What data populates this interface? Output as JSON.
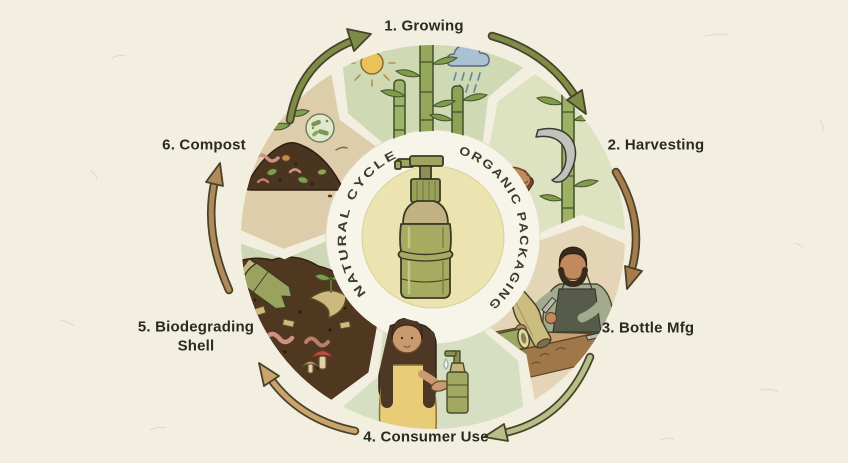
{
  "page": {
    "background_color": "#f2eee0"
  },
  "diagram": {
    "type": "cycle",
    "center": {
      "left_arc_label": "NATURAL CYCLE",
      "right_arc_label": "ORGANIC PACKAGING",
      "center_icon": "bamboo-pump-bottle-icon",
      "ring_color": "#f7f4e9",
      "inner_circle_color": "#ebe3b0"
    },
    "stages": [
      {
        "num": "1",
        "label": "1. Growing",
        "icon": "bamboo-sun-rain-icon",
        "wedge_color": "#cfdab4"
      },
      {
        "num": "2",
        "label": "2. Harvesting",
        "icon": "hand-sickle-bamboo-icon",
        "wedge_color": "#dde3c1"
      },
      {
        "num": "3",
        "label": "3. Bottle Mfg",
        "icon": "craftsman-carving-bottle-icon",
        "wedge_color": "#e3d5b5"
      },
      {
        "num": "4",
        "label": "4. Consumer Use",
        "icon": "woman-using-pump-bottle-icon",
        "wedge_color": "#d7dfc2"
      },
      {
        "num": "5",
        "label": "5. Biodegrading Shell",
        "icon": "broken-bottle-in-soil-icon",
        "wedge_color": "#cdd6b5"
      },
      {
        "num": "6",
        "label": "6. Compost",
        "icon": "compost-pile-icon",
        "wedge_color": "#decdaa"
      }
    ],
    "arrows": [
      {
        "name": "arrow-compost-to-growing",
        "color": "#7d8c46"
      },
      {
        "name": "arrow-growing-to-harvesting",
        "color": "#7d8c46"
      },
      {
        "name": "arrow-harvesting-to-bottlemfg",
        "color": "#a67c4b"
      },
      {
        "name": "arrow-bottlemfg-to-consumer",
        "color": "#b5bf86"
      },
      {
        "name": "arrow-consumer-to-biodegrading",
        "color": "#c9a56d"
      },
      {
        "name": "arrow-biodegrading-to-compost",
        "color": "#b08a58"
      }
    ],
    "colors": {
      "label_text": "#2b2a20",
      "arc_text": "#3c3c2e",
      "outline": "#44502a",
      "soil": "#50371f",
      "bamboo_green": "#94a75b",
      "bottle_olive": "#a6ab61",
      "bottle_khaki": "#c1b183"
    }
  }
}
